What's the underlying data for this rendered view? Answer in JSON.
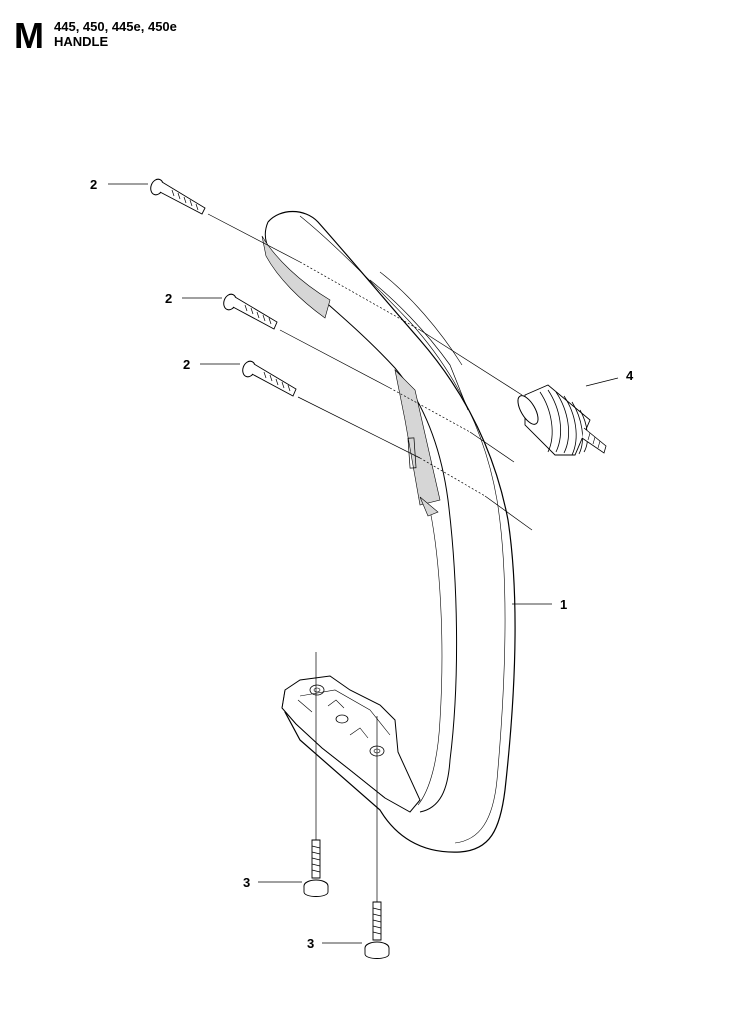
{
  "header": {
    "section": "M",
    "models": "445, 450, 445e, 450e",
    "part_name": "HANDLE"
  },
  "callouts": {
    "handle": "1",
    "screw_top_1": "2",
    "screw_top_2": "2",
    "screw_top_3": "2",
    "screw_bottom_1": "3",
    "screw_bottom_2": "3",
    "damper": "4"
  },
  "colors": {
    "line": "#000000",
    "shade": "#d6d6d6",
    "fill": "#ffffff"
  }
}
